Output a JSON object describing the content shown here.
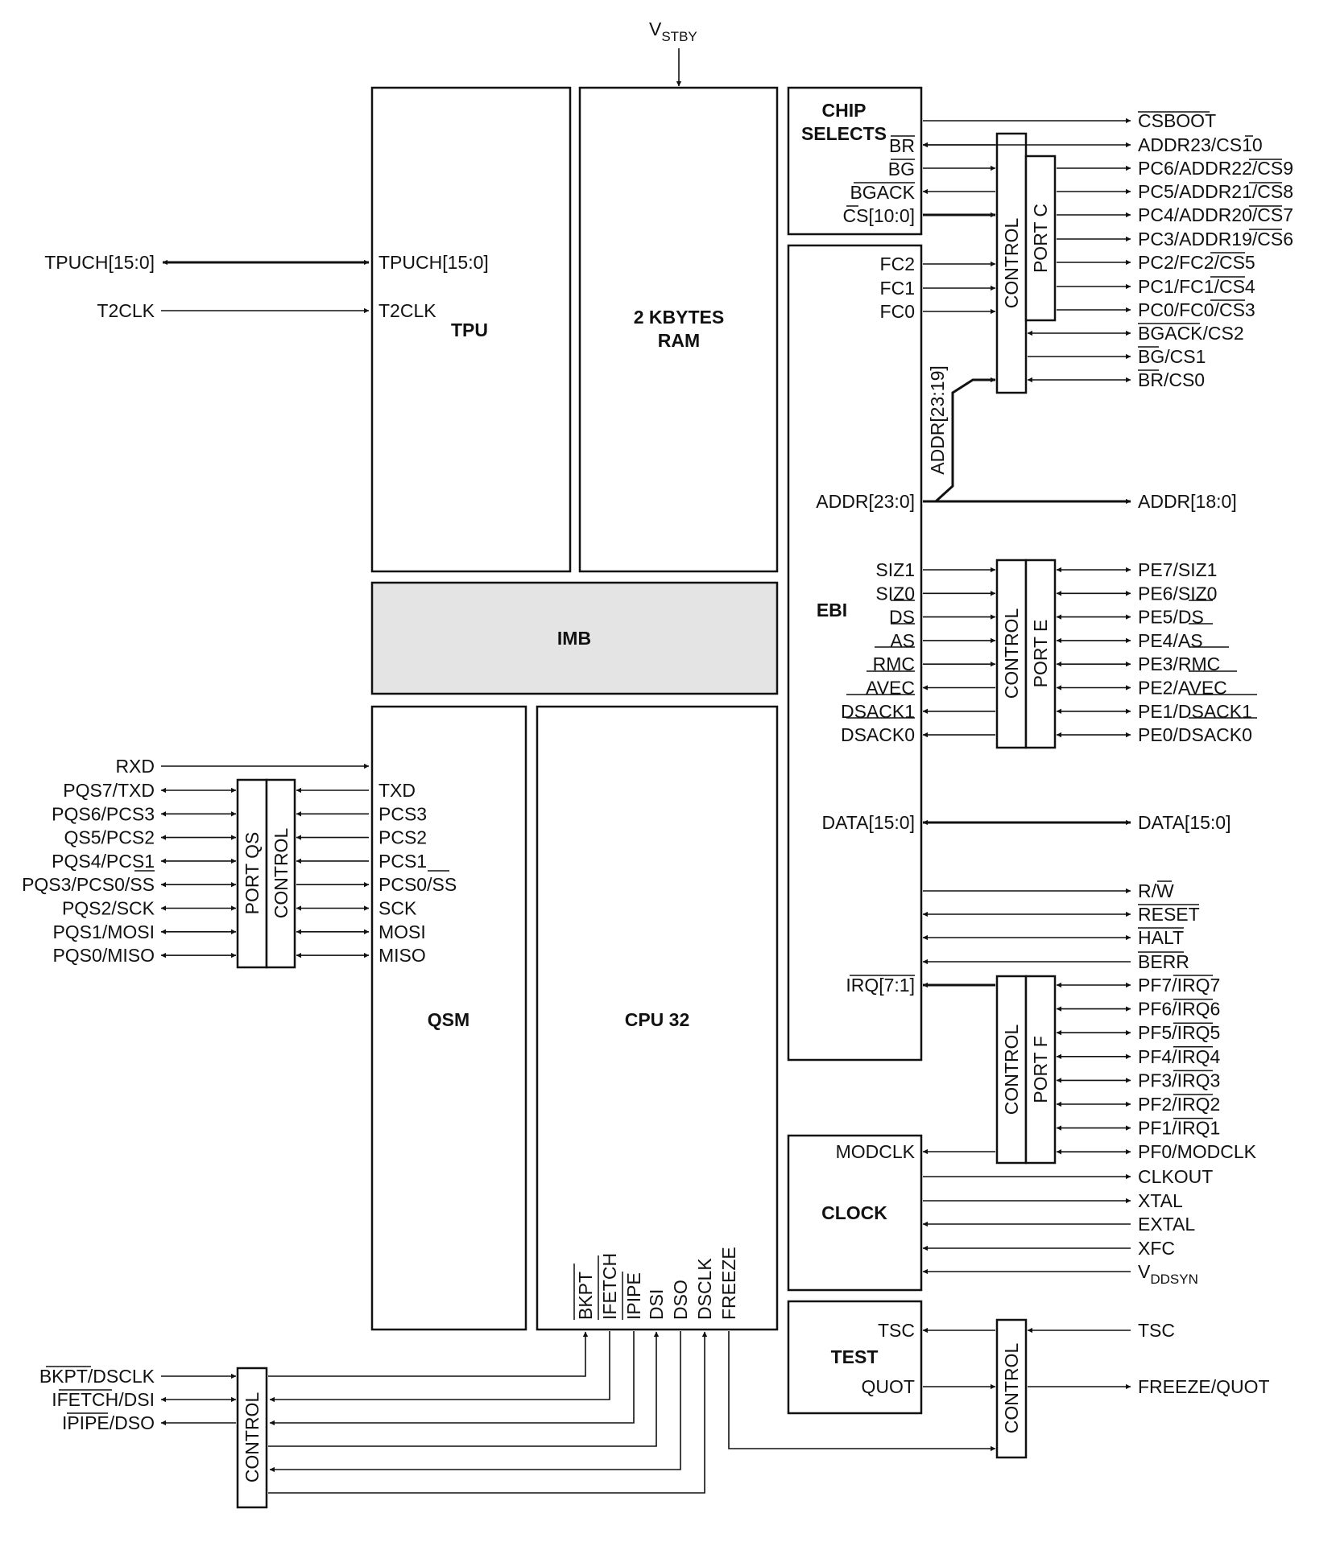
{
  "supply": {
    "main": "V",
    "sub": "STBY"
  },
  "blocks": {
    "tpu": "TPU",
    "ram": [
      "2 KBYTES",
      "RAM"
    ],
    "imb": "IMB",
    "qsm": "QSM",
    "cpu": "CPU 32",
    "chip_selects": [
      "CHIP",
      "SELECTS"
    ],
    "ebi": "EBI",
    "clock": "CLOCK",
    "test": "TEST"
  },
  "controls": {
    "portc_control": "CONTROL",
    "portc": "PORT C",
    "porte_control": "CONTROL",
    "porte": "PORT E",
    "portf_control": "CONTROL",
    "portf": "PORT F",
    "portqs": "PORT QS",
    "portqs_control": "CONTROL",
    "bdm_control": "CONTROL",
    "test_control": "CONTROL"
  },
  "tpu_signals": {
    "ext": [
      "TPUCH[15:0]",
      "T2CLK"
    ],
    "int": [
      "TPUCH[15:0]",
      "T2CLK"
    ]
  },
  "qsm_signals": {
    "rxd": "RXD",
    "ext": [
      "PQS7/TXD",
      "PQS6/PCS3",
      "QS5/PCS2",
      "PQS4/PCS1",
      "PQS3/PCS0/SS",
      "PQS2/SCK",
      "PQS1/MOSI",
      "PQS0/MISO"
    ],
    "int": [
      "TXD",
      "PCS3",
      "PCS2",
      "PCS1",
      "PCS0/SS",
      "SCK",
      "MOSI",
      "MISO"
    ]
  },
  "chip_select_signals": {
    "int": [
      "BR",
      "BG",
      "BGACK",
      "CS[10:0]"
    ],
    "ext": [
      "CSBOOT",
      "ADDR23/CS10",
      "PC6/ADDR22/CS9",
      "PC5/ADDR21/CS8",
      "PC4/ADDR20/CS7",
      "PC3/ADDR19/CS6",
      "PC2/FC2/CS5",
      "PC1/FC1/CS4",
      "PC0/FC0/CS3",
      "BGACK/CS2",
      "BG/CS1",
      "BR/CS0"
    ]
  },
  "ebi_signals": {
    "fc": [
      "FC2",
      "FC1",
      "FC0"
    ],
    "addr_int": "ADDR[23:0]",
    "addr_bus": "ADDR[23:19]",
    "addr_ext": "ADDR[18:0]",
    "porte_int": [
      "SIZ1",
      "SIZ0",
      "DS",
      "AS",
      "RMC",
      "AVEC",
      "DSACK1",
      "DSACK0"
    ],
    "porte_ext": [
      "PE7/SIZ1",
      "PE6/SIZ0",
      "PE5/DS",
      "PE4/AS",
      "PE3/RMC",
      "PE2/AVEC",
      "PE1/DSACK1",
      "PE0/DSACK0"
    ],
    "data_int": "DATA[15:0]",
    "data_ext": "DATA[15:0]",
    "bus_ctrl": [
      "R/W",
      "RESET",
      "HALT",
      "BERR"
    ],
    "irq_int": "IRQ[7:1]",
    "portf_ext": [
      "PF7/IRQ7",
      "PF6/IRQ6",
      "PF5/IRQ5",
      "PF4/IRQ4",
      "PF3/IRQ3",
      "PF2/IRQ2",
      "PF1/IRQ1",
      "PF0/MODCLK"
    ]
  },
  "clock_signals": {
    "modclk": "MODCLK",
    "ext": [
      "CLKOUT",
      "XTAL",
      "EXTAL",
      "XFC"
    ],
    "vdd": {
      "main": "V",
      "sub": "DDSYN"
    }
  },
  "test_signals": {
    "int": [
      "TSC",
      "QUOT"
    ],
    "ext": [
      "TSC",
      "FREEZE/QUOT"
    ]
  },
  "cpu_signals": {
    "vertical": [
      "BKPT",
      "IFETCH",
      "IPIPE",
      "DSI",
      "DSO",
      "DSCLK",
      "FREEZE"
    ],
    "bdm_ext": [
      "BKPT/DSCLK",
      "IFETCH/DSI",
      "IPIPE/DSO"
    ]
  }
}
